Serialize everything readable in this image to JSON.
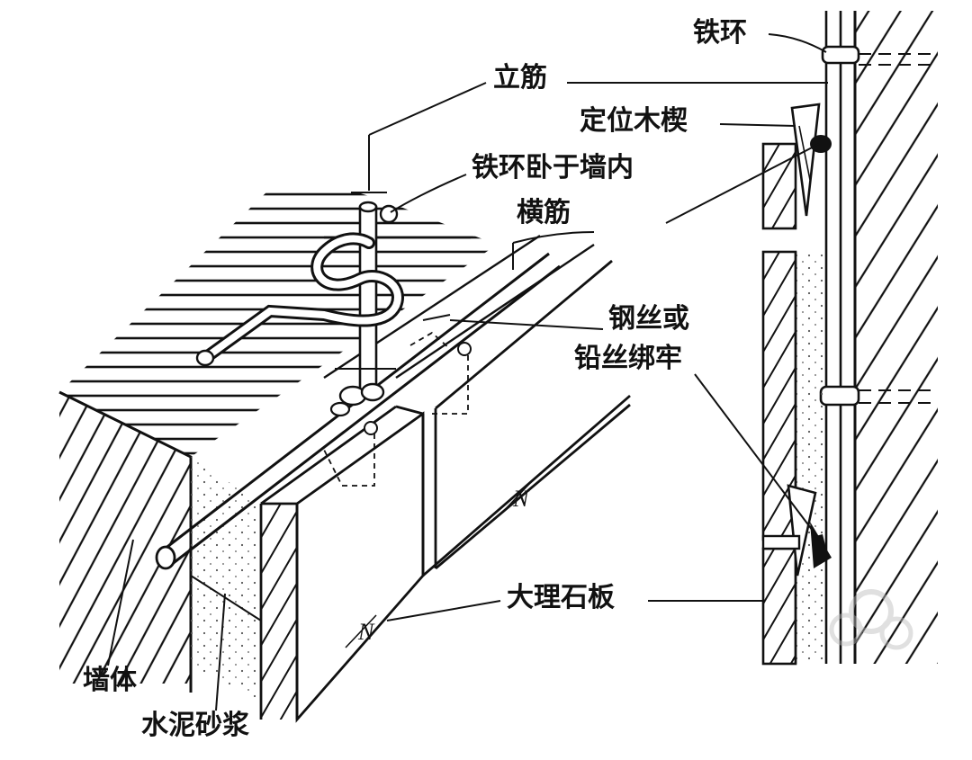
{
  "labels": {
    "tiehuan": "铁环",
    "lijin": "立筋",
    "dingwei_mu_xie": "定位木楔",
    "tiehuan_wo_yu_qiang_nei": "铁环卧于墙内",
    "hengjin": "横筋",
    "gangsi_huo": "钢丝或",
    "qiansi_bang_lao": "铅丝绑牢",
    "dali_shi_ban": "大理石板",
    "qiangti": "墙体",
    "shuini_shajiang": "水泥砂浆"
  },
  "marks": {
    "break_upper": "N",
    "break_lower": "N"
  },
  "colors": {
    "ink": "#111111",
    "paper": "#ffffff",
    "watermark": "#d0d0d0"
  },
  "icons": {
    "watermark": "flower-watermark-icon"
  }
}
